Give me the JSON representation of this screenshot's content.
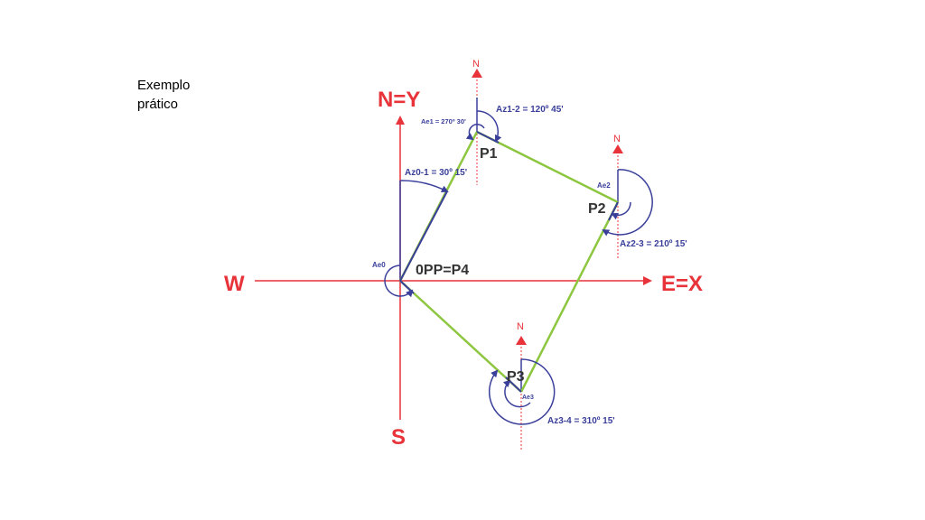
{
  "slide": {
    "title_line1": "Exemplo",
    "title_line2": "prático"
  },
  "axes": {
    "north": "N=Y",
    "south": "S",
    "west": "W",
    "east": "E=X"
  },
  "points": {
    "origin": "0PP=P4",
    "p1": "P1",
    "p2": "P2",
    "p3": "P3"
  },
  "north_marker": "N",
  "labels": {
    "az01": "Az0-1 = 30º 15'",
    "az12": "Az1-2 = 120º 45'",
    "az23": "Az2-3 = 210º 15'",
    "az34": "Az3-4 = 310º 15'",
    "ae0": "Ae0",
    "ae1": "Ae1 = 270º 30'",
    "ae2": "Ae2",
    "ae3": "Ae3"
  },
  "colors": {
    "axis_red": "#e8333a",
    "traverse_green": "#8dc63f",
    "arc_blue": "#3a3f9a",
    "point_text": "#333333"
  }
}
